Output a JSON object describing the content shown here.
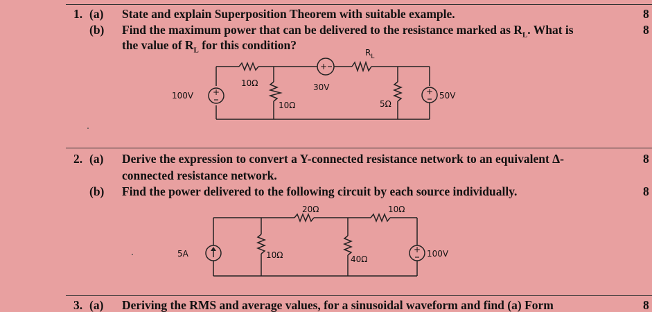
{
  "questions": [
    {
      "number": "1.",
      "parts": [
        {
          "label": "(a)",
          "lines": [
            "State and explain Superposition Theorem with suitable example."
          ],
          "marks": "8"
        },
        {
          "label": "(b)",
          "lines": [
            "Find the maximum power that can be delivered to the resistance marked as R",
            "the value of R"
          ],
          "sub": "L",
          "line1_tail": ". What is",
          "line2_tail": " for this condition?",
          "marks": "8"
        }
      ],
      "circuit": {
        "labels": {
          "rl": "R",
          "rl_sub": "L",
          "r1": "10Ω",
          "r2": "10Ω",
          "r3": "5Ω",
          "v1": "100V",
          "v2": "30V",
          "v3": "50V"
        }
      }
    },
    {
      "number": "2.",
      "parts": [
        {
          "label": "(a)",
          "lines": [
            "Derive the expression to convert a Y-connected resistance network to an equivalent Δ-",
            "connected resistance network."
          ],
          "marks": "8"
        },
        {
          "label": "(b)",
          "lines": [
            "Find the power delivered to the following circuit by each source individually."
          ],
          "marks": "8"
        }
      ],
      "circuit": {
        "labels": {
          "r1": "20Ω",
          "r2": "10Ω",
          "r3": "10Ω",
          "r4": "40Ω",
          "i1": "5A",
          "v1": "100V"
        }
      }
    },
    {
      "number": "3.",
      "parts": [
        {
          "label": "(a)",
          "lines": [
            "Deriving the RMS and average values, for a sinusoidal waveform and find (a) Form"
          ],
          "marks": "8"
        }
      ]
    }
  ]
}
